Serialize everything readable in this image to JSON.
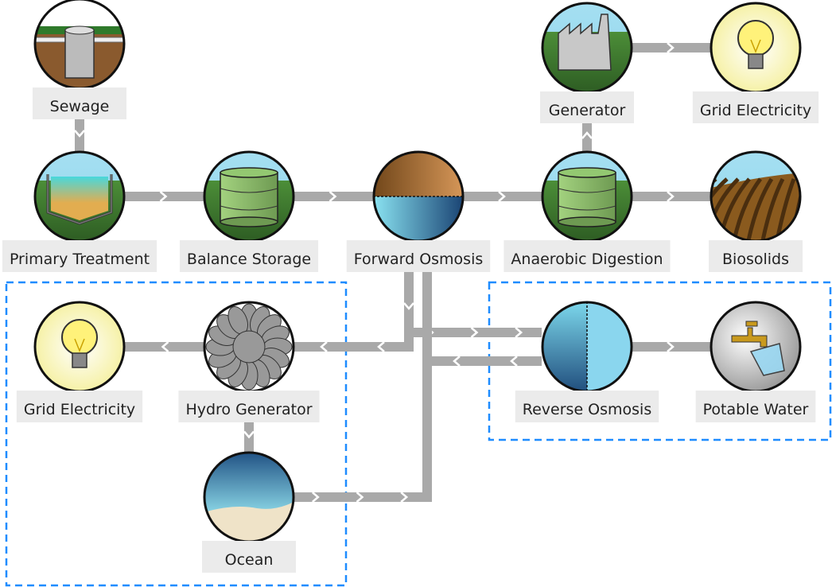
{
  "colors": {
    "pipe": "#a9a9a9",
    "boundary": "#1e8cff",
    "label_bg": "#ebebeb",
    "sky": "#9edcf0",
    "grass": "#3d7a2f"
  },
  "nodes": {
    "sewage": {
      "label": "Sewage",
      "icon": "sewage-manhole-icon"
    },
    "primary_treatment": {
      "label": "Primary Treatment",
      "icon": "settling-tank-icon"
    },
    "balance_storage": {
      "label": "Balance Storage",
      "icon": "storage-tank-icon"
    },
    "forward_osmosis": {
      "label": "Forward Osmosis",
      "icon": "membrane-icon"
    },
    "anaerobic_digestion": {
      "label": "Anaerobic Digestion",
      "icon": "digester-tank-icon"
    },
    "biosolids": {
      "label": "Biosolids",
      "icon": "ploughed-field-icon"
    },
    "generator": {
      "label": "Generator",
      "icon": "factory-icon"
    },
    "grid_electricity_top": {
      "label": "Grid Electricity",
      "icon": "light-bulb-icon"
    },
    "grid_electricity_left": {
      "label": "Grid Electricity",
      "icon": "light-bulb-icon"
    },
    "hydro_generator": {
      "label": "Hydro Generator",
      "icon": "turbine-icon"
    },
    "ocean": {
      "label": "Ocean",
      "icon": "ocean-beach-icon"
    },
    "reverse_osmosis": {
      "label": "Reverse Osmosis",
      "icon": "membrane-icon"
    },
    "potable_water": {
      "label": "Potable Water",
      "icon": "tap-glass-icon"
    }
  }
}
